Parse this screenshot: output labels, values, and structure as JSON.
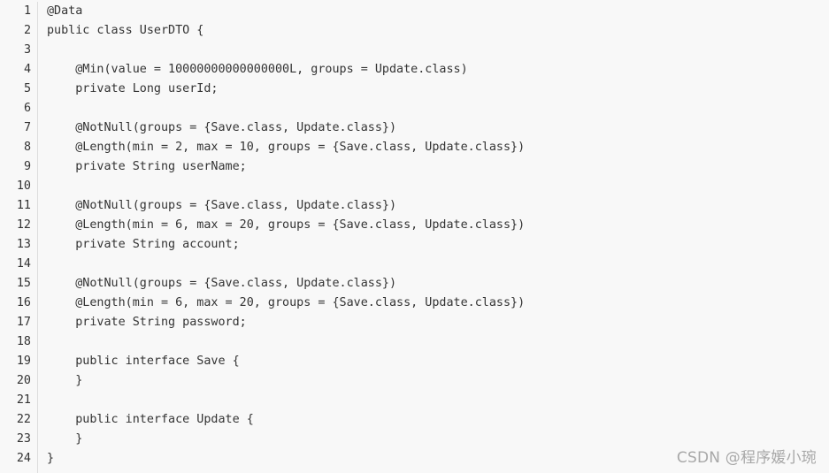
{
  "code_lines": [
    "@Data",
    "public class UserDTO {",
    "",
    "    @Min(value = 10000000000000000L, groups = Update.class)",
    "    private Long userId;",
    "",
    "    @NotNull(groups = {Save.class, Update.class})",
    "    @Length(min = 2, max = 10, groups = {Save.class, Update.class})",
    "    private String userName;",
    "",
    "    @NotNull(groups = {Save.class, Update.class})",
    "    @Length(min = 6, max = 20, groups = {Save.class, Update.class})",
    "    private String account;",
    "",
    "    @NotNull(groups = {Save.class, Update.class})",
    "    @Length(min = 6, max = 20, groups = {Save.class, Update.class})",
    "    private String password;",
    "",
    "    public interface Save {",
    "    }",
    "",
    "    public interface Update {",
    "    }",
    "}"
  ],
  "line_numbers": [
    "1",
    "2",
    "3",
    "4",
    "5",
    "6",
    "7",
    "8",
    "9",
    "10",
    "11",
    "12",
    "13",
    "14",
    "15",
    "16",
    "17",
    "18",
    "19",
    "20",
    "21",
    "22",
    "23",
    "24"
  ],
  "watermark": "CSDN @程序媛小琬"
}
